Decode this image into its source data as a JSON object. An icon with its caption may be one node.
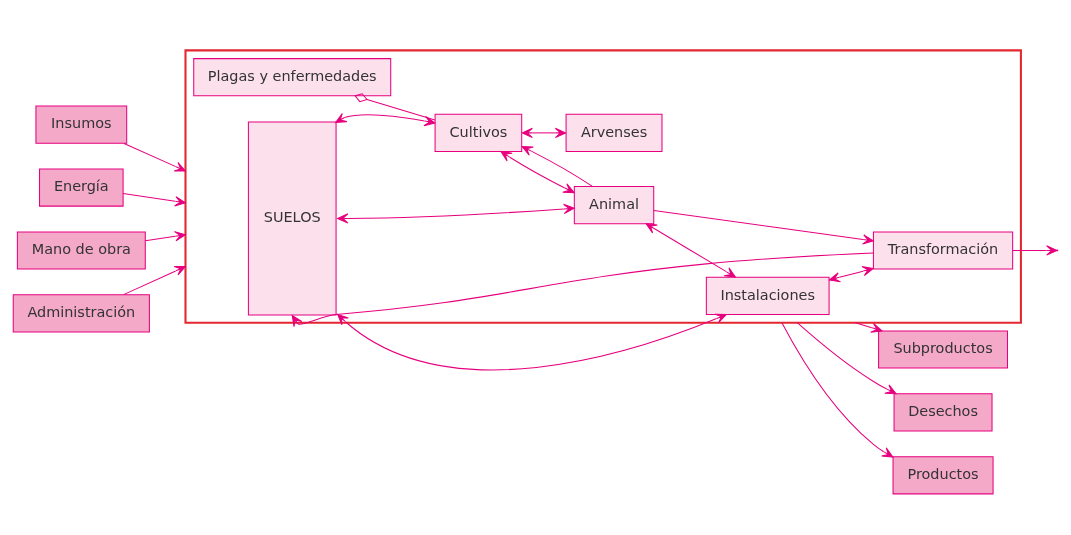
{
  "diagram": {
    "nodes": [
      {
        "text": [
          "Insumos"
        ]
      },
      {
        "text": [
          "Energía"
        ]
      },
      {
        "text": [
          "Mano de obra"
        ]
      },
      {
        "text": [
          "Administración"
        ]
      },
      {
        "text": [],
        "shape": "box"
      },
      {
        "text": [
          "SUELOS"
        ],
        "in": 4
      },
      {
        "text": [
          "Cultivos"
        ],
        "in": 4
      },
      {
        "text": [
          "Arvenses"
        ],
        "in": 4
      },
      {
        "text": [
          "Plagas y enfermedades"
        ],
        "in": 4
      },
      {
        "text": [
          "Animal"
        ],
        "in": 4
      },
      {
        "text": [
          "Transformación"
        ],
        "in": 4
      },
      {
        "text": [
          "Instalaciones"
        ],
        "in": 4
      },
      {
        "text": [
          "Productos"
        ]
      },
      {
        "text": [
          "Subproductos"
        ]
      },
      {
        "text": [
          "Desechos"
        ]
      }
    ],
    "edges": [
      {
        "from": 0,
        "to": 4,
        "arrow": "to"
      },
      {
        "from": 1,
        "to": 4,
        "arrow": "to"
      },
      {
        "from": 2,
        "to": 4,
        "arrow": "to"
      },
      {
        "from": 3,
        "to": 4,
        "arrow": "to"
      },
      {
        "from": 5,
        "to": 6,
        "arrow": "both"
      },
      {
        "from": 5,
        "to": 9,
        "arrow": "both"
      },
      {
        "from": 5,
        "to": 11,
        "arrow": "both"
      },
      {
        "from": 6,
        "to": 7,
        "arrow": "both"
      },
      {
        "from": 6,
        "to": 9,
        "arrow": "both"
      },
      {
        "from": 9,
        "to": 6,
        "arrow": "to"
      },
      {
        "from": 8,
        "to": 6,
        "arrow": "other"
      },
      {
        "from": 9,
        "to": 10,
        "arrow": "to"
      },
      {
        "from": 9,
        "to": 11,
        "arrow": "both"
      },
      {
        "from": 11,
        "to": 10,
        "arrow": "both"
      },
      {
        "from": 10,
        "to": null,
        "arrow": "to"
      },
      {
        "from": 10,
        "to": 5,
        "arrow": "to"
      },
      {
        "from": 4,
        "to": 12,
        "arrow": "to"
      },
      {
        "from": 4,
        "to": 13,
        "arrow": "to"
      },
      {
        "from": 4,
        "to": 14,
        "arrow": "to"
      }
    ]
  }
}
